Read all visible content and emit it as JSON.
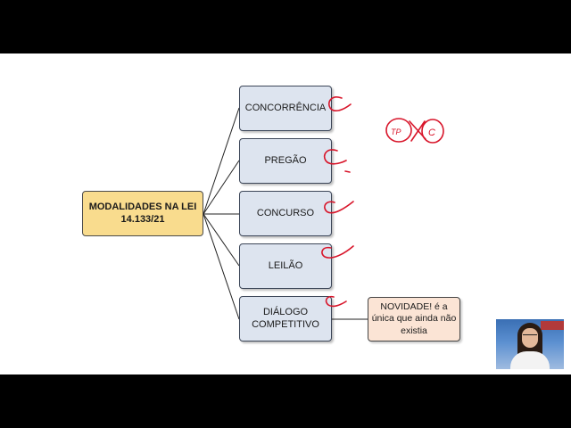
{
  "diagram": {
    "main_node": {
      "label": "MODALIDADES NA LEI 14.133/21"
    },
    "modalities": [
      {
        "label": "CONCORRÊNCIA"
      },
      {
        "label": "PREGÃO"
      },
      {
        "label": "CONCURSO"
      },
      {
        "label": "LEILÃO"
      },
      {
        "label": "DIÁLOGO COMPETITIVO"
      }
    ],
    "note": {
      "label": "NOVIDADE! é a única que ainda não existia"
    }
  },
  "colors": {
    "main_fill": "#f9dc8e",
    "modality_fill": "#dde4ef",
    "note_fill": "#fbe4d5",
    "annotation_ink": "#d8152a"
  },
  "annotations": {
    "handwritten": [
      "TP",
      "C"
    ]
  }
}
